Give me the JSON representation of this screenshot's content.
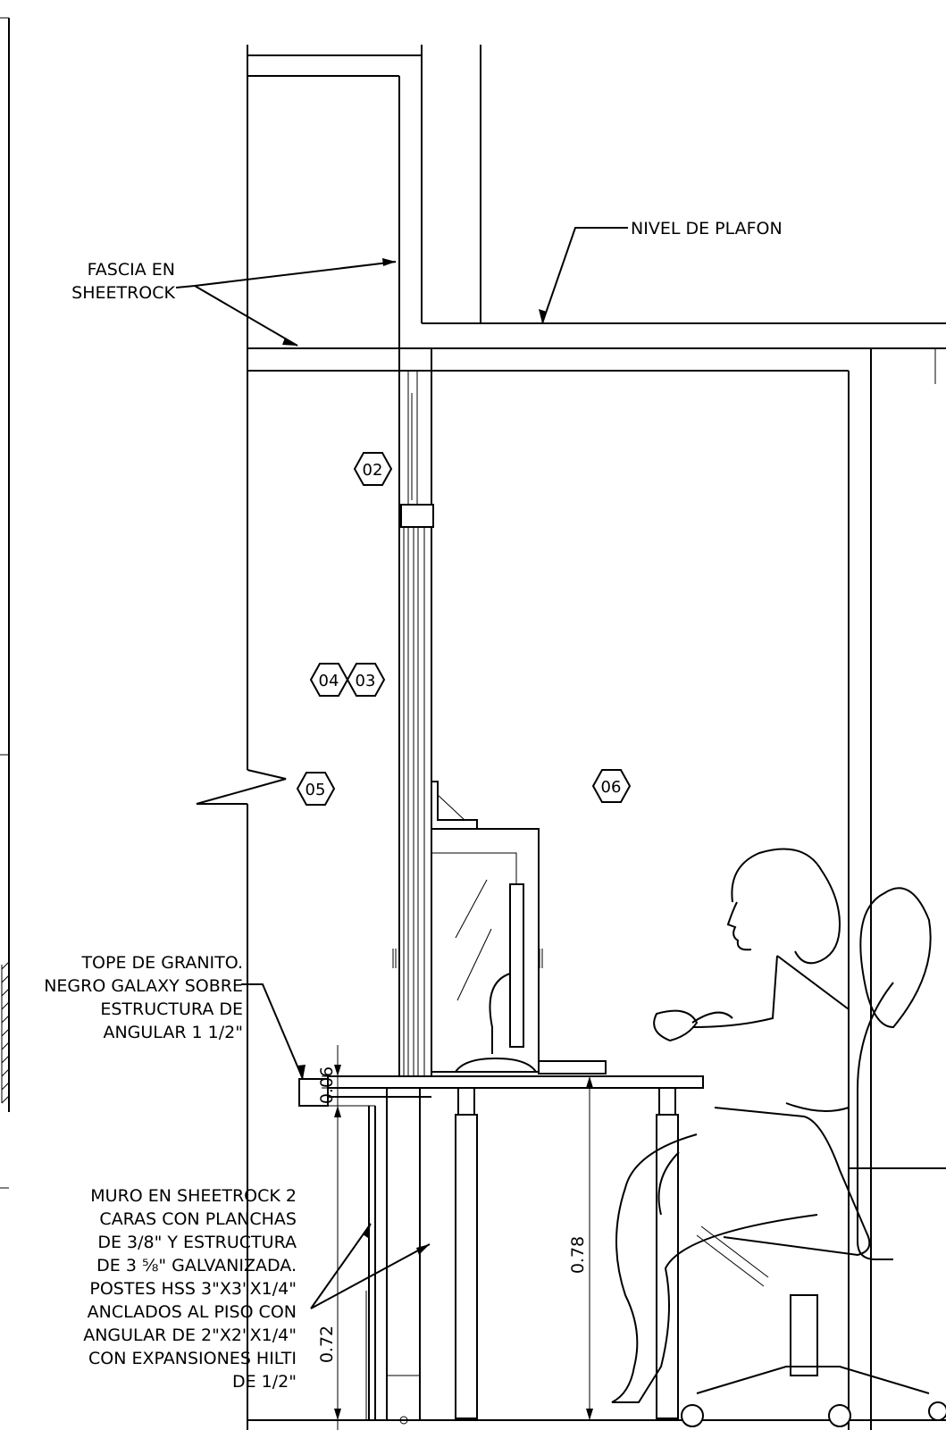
{
  "labels": {
    "plafon": "NIVEL DE PLAFON",
    "fascia_1": "FASCIA EN",
    "fascia_2": "SHEETROCK",
    "tope_1": "TOPE DE GRANITO.",
    "tope_2": "NEGRO GALAXY SOBRE",
    "tope_3": "ESTRUCTURA DE",
    "tope_4": "ANGULAR 1 1/2\"",
    "muro_1": "MURO EN SHEETROCK 2",
    "muro_2": "CARAS CON PLANCHAS",
    "muro_3": "DE 3/8\" Y ESTRUCTURA",
    "muro_4": "DE 3 ⅝\" GALVANIZADA.",
    "muro_5": "POSTES HSS 3\"X3\"X1/4\"",
    "muro_6": "ANCLADOS AL PISO CON",
    "muro_7": "ANGULAR DE 2\"X2\"X1/4\"",
    "muro_8": "CON EXPANSIONES HILTI",
    "muro_9": "DE 1/2\""
  },
  "tags": {
    "t02": "02",
    "t03": "03",
    "t04": "04",
    "t05": "05",
    "t06": "06"
  },
  "dimensions": {
    "d006": "0.06",
    "d072": "0.72",
    "d078": "0.78"
  }
}
